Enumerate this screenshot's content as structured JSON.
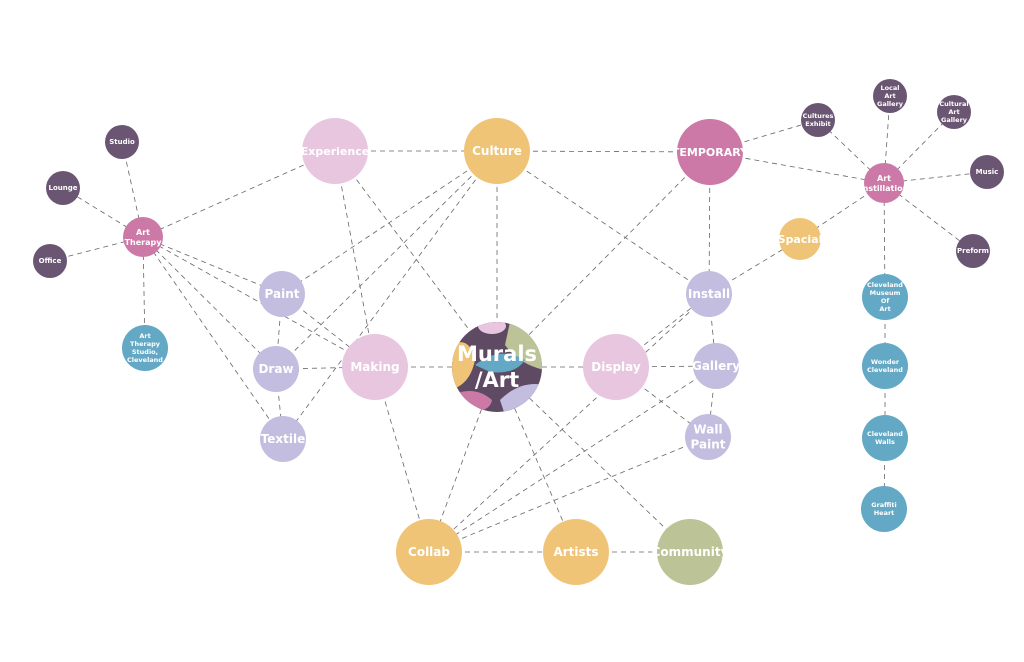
{
  "colors": {
    "dark": "#6a5672",
    "pink": "#cc79a7",
    "blue": "#63a8c5",
    "lightpink": "#e8c6e0",
    "yellow": "#efc476",
    "lavender": "#c3bde0",
    "green": "#bcc497",
    "edge": "#666666"
  },
  "nodes": {
    "studio": {
      "label": "Studio",
      "type": "dark"
    },
    "lounge": {
      "label": "Lounge",
      "type": "dark"
    },
    "office": {
      "label": "Office",
      "type": "dark"
    },
    "arttherapy": {
      "label": "Art\nTherapy",
      "type": "pink"
    },
    "atsc": {
      "label": "Art\nTherapy\nStudio,\nCleveland",
      "type": "blue"
    },
    "experience": {
      "label": "Experience",
      "type": "lightpink"
    },
    "culture": {
      "label": "Culture",
      "type": "yellow"
    },
    "temporary": {
      "label": "TEMPORARY",
      "type": "pink"
    },
    "paint": {
      "label": "Paint",
      "type": "lavender"
    },
    "draw": {
      "label": "Draw",
      "type": "lavender"
    },
    "textile": {
      "label": "Textile",
      "type": "lavender"
    },
    "making": {
      "label": "Making",
      "type": "lightpink"
    },
    "murals": {
      "label": "Murals\n/Art",
      "type": "center"
    },
    "display": {
      "label": "Display",
      "type": "lightpink"
    },
    "install": {
      "label": "Install",
      "type": "lavender"
    },
    "gallery": {
      "label": "Gallery",
      "type": "lavender"
    },
    "wallpaint": {
      "label": "Wall\nPaint",
      "type": "lavender"
    },
    "spacial": {
      "label": "Spacial",
      "type": "yellow"
    },
    "culturesexhibit": {
      "label": "Cultures\nExhibit",
      "type": "dark"
    },
    "localart": {
      "label": "Local\nArt\nGallery",
      "type": "dark"
    },
    "culturalart": {
      "label": "Cultural\nArt\nGallery",
      "type": "dark"
    },
    "music": {
      "label": "Music",
      "type": "dark"
    },
    "preform": {
      "label": "Preform",
      "type": "dark"
    },
    "artinstillation": {
      "label": "Art\nInstillation",
      "type": "pink"
    },
    "cma": {
      "label": "Cleveland\nMuseum\nOf\nArt",
      "type": "blue"
    },
    "wonder": {
      "label": "Wonder\nCleveland",
      "type": "blue"
    },
    "walls": {
      "label": "Cleveland\nWalls",
      "type": "blue"
    },
    "graffiti": {
      "label": "Graffiti\nHeart",
      "type": "blue"
    },
    "collab": {
      "label": "Collab",
      "type": "yellow"
    },
    "artists": {
      "label": "Artists",
      "type": "yellow"
    },
    "community": {
      "label": "Community",
      "type": "green"
    }
  },
  "edges": [
    [
      "arttherapy",
      "studio"
    ],
    [
      "arttherapy",
      "lounge"
    ],
    [
      "arttherapy",
      "office"
    ],
    [
      "arttherapy",
      "atsc"
    ],
    [
      "arttherapy",
      "experience"
    ],
    [
      "arttherapy",
      "paint"
    ],
    [
      "arttherapy",
      "draw"
    ],
    [
      "arttherapy",
      "textile"
    ],
    [
      "arttherapy",
      "making"
    ],
    [
      "experience",
      "culture"
    ],
    [
      "culture",
      "temporary"
    ],
    [
      "experience",
      "making"
    ],
    [
      "experience",
      "murals"
    ],
    [
      "culture",
      "paint"
    ],
    [
      "culture",
      "draw"
    ],
    [
      "culture",
      "textile"
    ],
    [
      "culture",
      "murals"
    ],
    [
      "culture",
      "install"
    ],
    [
      "temporary",
      "murals"
    ],
    [
      "temporary",
      "install"
    ],
    [
      "temporary",
      "culturesexhibit"
    ],
    [
      "temporary",
      "artinstillation"
    ],
    [
      "paint",
      "draw"
    ],
    [
      "draw",
      "textile"
    ],
    [
      "paint",
      "making"
    ],
    [
      "draw",
      "making"
    ],
    [
      "making",
      "murals"
    ],
    [
      "making",
      "collab"
    ],
    [
      "murals",
      "display"
    ],
    [
      "murals",
      "collab"
    ],
    [
      "murals",
      "artists"
    ],
    [
      "murals",
      "community"
    ],
    [
      "display",
      "gallery"
    ],
    [
      "display",
      "install"
    ],
    [
      "install",
      "gallery"
    ],
    [
      "gallery",
      "wallpaint"
    ],
    [
      "display",
      "wallpaint"
    ],
    [
      "install",
      "collab"
    ],
    [
      "gallery",
      "collab"
    ],
    [
      "wallpaint",
      "collab"
    ],
    [
      "collab",
      "artists"
    ],
    [
      "artists",
      "community"
    ],
    [
      "install",
      "spacial"
    ],
    [
      "spacial",
      "artinstillation"
    ],
    [
      "artinstillation",
      "culturesexhibit"
    ],
    [
      "artinstillation",
      "localart"
    ],
    [
      "artinstillation",
      "culturalart"
    ],
    [
      "artinstillation",
      "music"
    ],
    [
      "artinstillation",
      "preform"
    ],
    [
      "artinstillation",
      "cma"
    ],
    [
      "cma",
      "wonder"
    ],
    [
      "wonder",
      "walls"
    ],
    [
      "walls",
      "graffiti"
    ]
  ]
}
